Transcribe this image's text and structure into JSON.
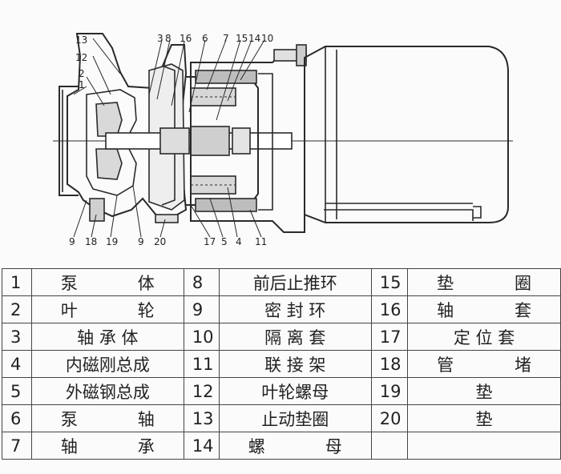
{
  "callouts_top": [
    "13",
    "12",
    "2",
    "1",
    "3",
    "8",
    "16",
    "6",
    "7",
    "15",
    "14",
    "10"
  ],
  "callouts_bottom": [
    "9",
    "18",
    "19",
    "9",
    "20",
    "17",
    "5",
    "4",
    "11"
  ],
  "parts_table": [
    [
      {
        "num": "1",
        "name": "泵　　体"
      },
      {
        "num": "8",
        "name": "前后止推环"
      },
      {
        "num": "15",
        "name": "垫　　圈"
      }
    ],
    [
      {
        "num": "2",
        "name": "叶　　轮"
      },
      {
        "num": "9",
        "name": "密 封 环"
      },
      {
        "num": "16",
        "name": "轴　　套"
      }
    ],
    [
      {
        "num": "3",
        "name": "轴 承 体"
      },
      {
        "num": "10",
        "name": "隔 离 套"
      },
      {
        "num": "17",
        "name": "定 位 套"
      }
    ],
    [
      {
        "num": "4",
        "name": "内磁刚总成"
      },
      {
        "num": "11",
        "name": "联 接 架"
      },
      {
        "num": "18",
        "name": "管　　堵"
      }
    ],
    [
      {
        "num": "5",
        "name": "外磁钢总成"
      },
      {
        "num": "12",
        "name": "叶轮螺母"
      },
      {
        "num": "19",
        "name": "垫"
      }
    ],
    [
      {
        "num": "6",
        "name": "泵　　轴"
      },
      {
        "num": "13",
        "name": "止动垫圈"
      },
      {
        "num": "20",
        "name": "垫"
      }
    ],
    [
      {
        "num": "7",
        "name": "轴　　承"
      },
      {
        "num": "14",
        "name": "螺　　母"
      },
      {
        "num": "",
        "name": ""
      }
    ]
  ]
}
